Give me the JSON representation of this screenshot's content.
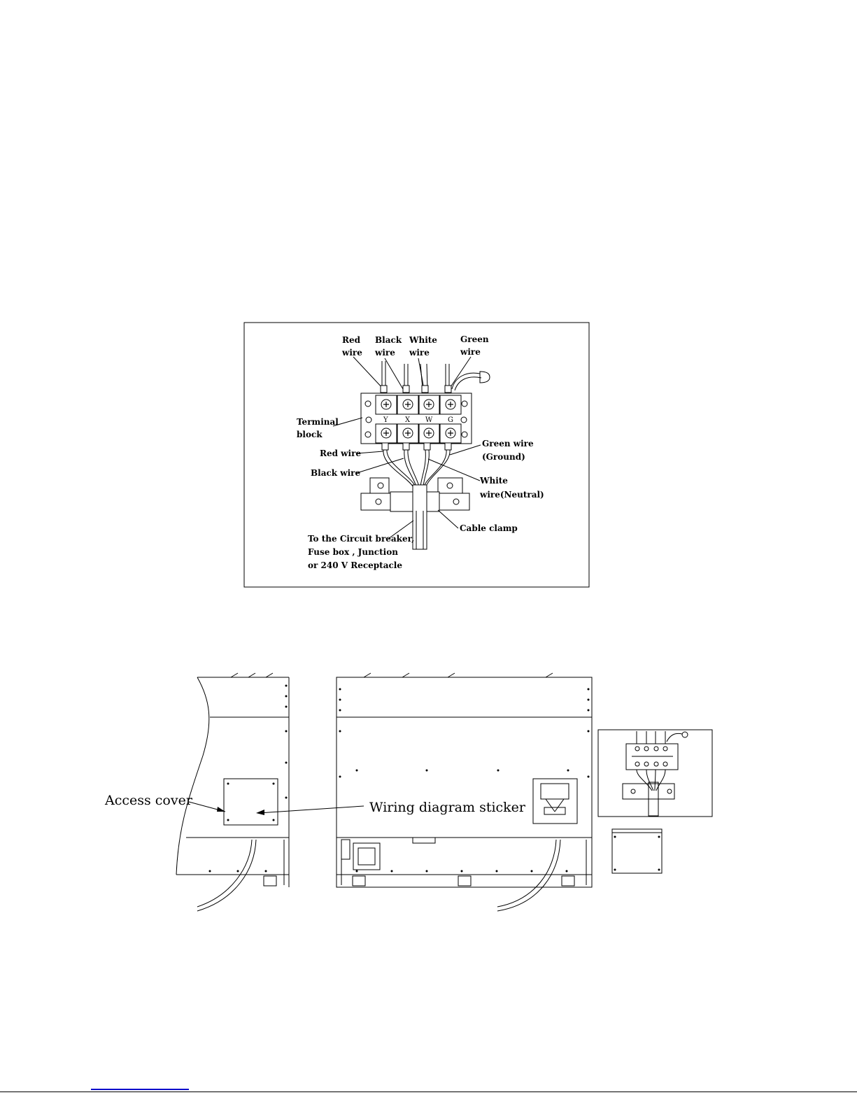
{
  "wiring_diagram": {
    "top_labels": {
      "red": [
        "Red",
        "wire"
      ],
      "black": [
        "Black",
        "wire"
      ],
      "white": [
        "White",
        "wire"
      ],
      "green": [
        "Green",
        "wire"
      ]
    },
    "terminal_letters": [
      "Y",
      "X",
      "W",
      "G"
    ],
    "terminal_block": [
      "Terminal",
      "block"
    ],
    "red_wire": "Red wire",
    "black_wire": "Black wire",
    "green_wire": [
      "Green wire",
      "(Ground)"
    ],
    "white_wire": [
      "White",
      "wire(Neutral)"
    ],
    "cable_clamp": "Cable clamp",
    "destination": [
      "To the Circuit breaker,",
      "Fuse box , Junction",
      "or 240 V Receptacle"
    ]
  },
  "installation_view": {
    "access_cover": "Access cover",
    "wiring_sticker": "Wiring diagram sticker"
  }
}
